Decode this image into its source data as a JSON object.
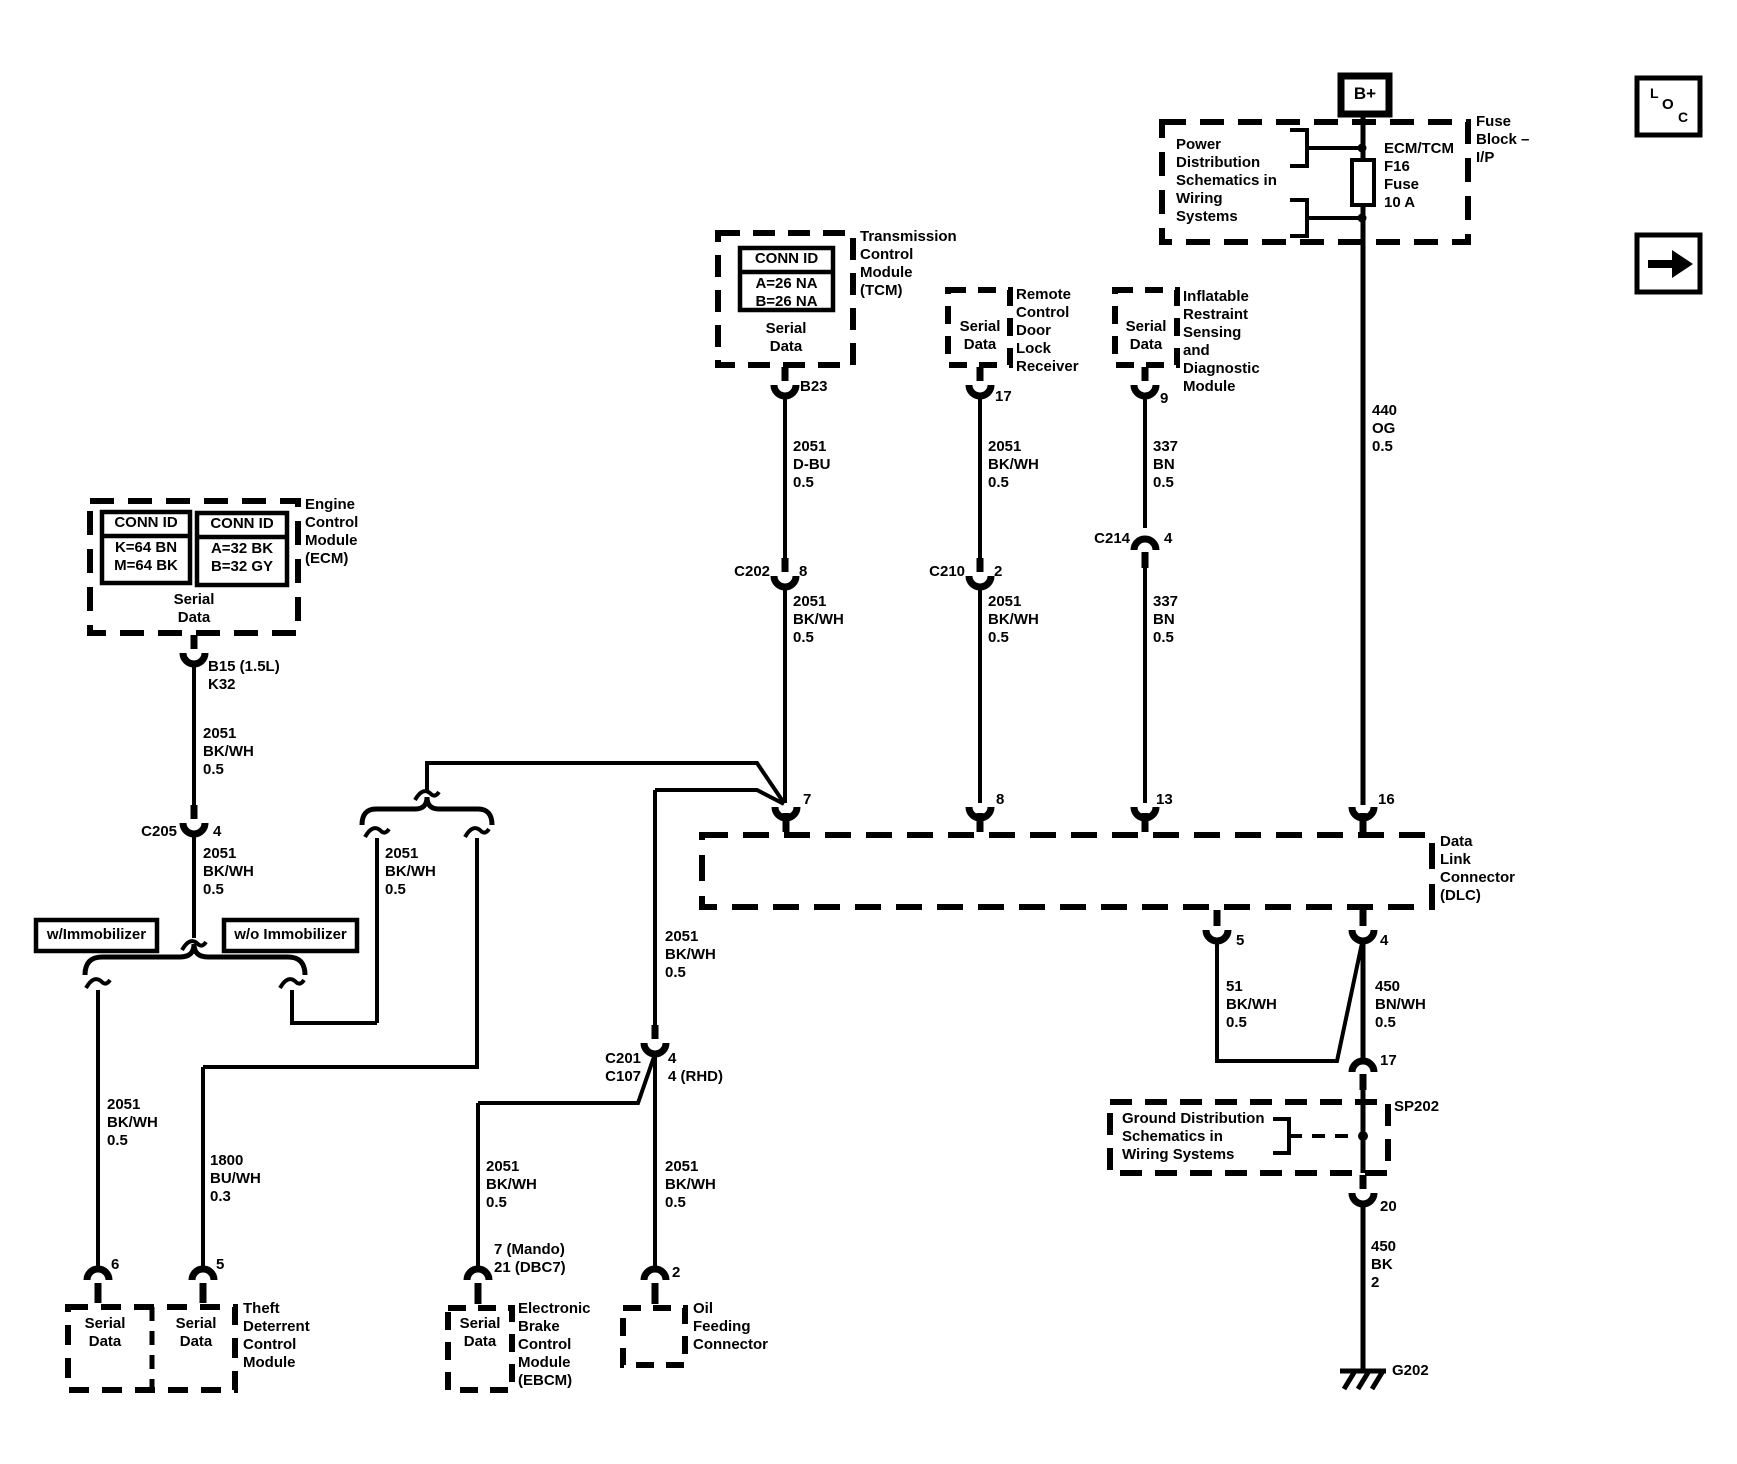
{
  "nav": {
    "loc_l": "L",
    "loc_o": "O",
    "loc_c": "C"
  },
  "power": {
    "b_plus": "B+",
    "note": "Power\nDistribution\nSchematics in\nWiring\nSystems",
    "fuse": "ECM/TCM\nF16\nFuse\n10 A",
    "block_name": "Fuse\nBlock –\nI/P",
    "wire_440": "440\nOG\n0.5"
  },
  "modules": {
    "tcm": {
      "conn_title": "CONN ID",
      "conn_rows": "A=26 NA\nB=26 NA",
      "serial": "Serial\nData",
      "name": "Transmission\nControl\nModule\n(TCM)",
      "pin": "B23"
    },
    "rcdlr": {
      "serial": "Serial\nData",
      "name": "Remote\nControl\nDoor\nLock\nReceiver",
      "pin": "17"
    },
    "sdm": {
      "serial": "Serial\nData",
      "name": "Inflatable\nRestraint\nSensing\nand\nDiagnostic\nModule",
      "pin": "9"
    },
    "ecm": {
      "conn_title_1": "CONN ID",
      "conn1_rows": "K=64 BN\nM=64 BK",
      "conn_title_2": "CONN ID",
      "conn2_rows": "A=32 BK\nB=32 GY",
      "serial": "Serial\nData",
      "name": "Engine\nControl\nModule\n(ECM)",
      "pin": "B15 (1.5L)\nK32"
    },
    "theft": {
      "serial_left": "Serial\nData",
      "serial_right": "Serial\nData",
      "name": "Theft\nDeterrent\nControl\nModule",
      "pin_left": "6",
      "pin_right": "5"
    },
    "ebcm": {
      "serial": "Serial\nData",
      "name": "Electronic\nBrake\nControl\nModule\n(EBCM)",
      "pins": "7 (Mando)\n21 (DBC7)"
    },
    "oil": {
      "name": "Oil\nFeeding\nConnector",
      "pin": "2"
    },
    "dlc": {
      "name": "Data\nLink\nConnector\n(DLC)",
      "pins_top": [
        "7",
        "8",
        "13",
        "16"
      ],
      "pins_bottom": [
        "5",
        "4"
      ]
    }
  },
  "ground_dist": {
    "note": "Ground Distribution\nSchematics in\nWiring Systems",
    "splice": "SP202",
    "conn17": "17",
    "conn20": "20",
    "ground": "G202",
    "wire_51": "51\nBK/WH\n0.5",
    "wire_450bnwh": "450\nBN/WH\n0.5",
    "wire_450bk": "450\nBK\n2"
  },
  "connectors": {
    "c202": "C202",
    "c202_pin": "8",
    "c205": "C205",
    "c205_pin": "4",
    "c210": "C210",
    "c210_pin": "2",
    "c214": "C214",
    "c214_pin": "4",
    "c201": "C201\nC107",
    "c201_pin": "4\n4 (RHD)"
  },
  "wires": {
    "bkwh2051": "2051\nBK/WH\n0.5",
    "dbu2051": "2051\nD-BU\n0.5",
    "bn337": "337\nBN\n0.5",
    "buwh1800": "1800\nBU/WH\n0.3"
  },
  "options": {
    "with_immobilizer": "w/Immobilizer",
    "without_immobilizer": "w/o Immobilizer"
  }
}
